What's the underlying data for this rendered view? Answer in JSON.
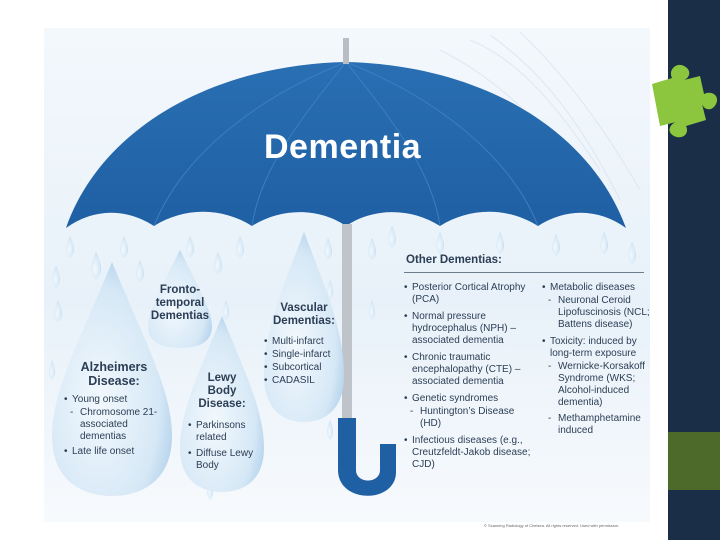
{
  "title": "Dementia",
  "credit": "© Scanning Radiology of Chelsea. All rights reserved. Used with permission.",
  "colors": {
    "umbrella": "#1f5fa3",
    "umbrella_dark": "#17487f",
    "drop": "#cfe3f3",
    "text": "#2c3e55",
    "sidebar": "#1b2e47",
    "sidebar_accent": "#4e6a2b",
    "puzzle": "#8cc63f"
  },
  "icons": {
    "puzzle": "puzzle-piece-icon"
  },
  "drops": {
    "frontotemporal": {
      "title": "Fronto-\ntemporal\nDementias"
    },
    "alzheimers": {
      "title": "Alzheimers\nDisease:",
      "items": [
        {
          "kind": "bullet",
          "text": "Young onset"
        },
        {
          "kind": "dash",
          "text": "Chromosome 21-associated dementias"
        },
        {
          "kind": "bullet",
          "text": "Late life onset"
        }
      ]
    },
    "lewy": {
      "title": "Lewy\nBody\nDisease:",
      "items": [
        {
          "kind": "bullet",
          "text": "Parkinsons related"
        },
        {
          "kind": "bullet",
          "text": "Diffuse Lewy Body"
        }
      ]
    },
    "vascular": {
      "title": "Vascular\nDementias:",
      "items": [
        {
          "kind": "bullet",
          "text": "Multi-infarct"
        },
        {
          "kind": "bullet",
          "text": "Single-infarct"
        },
        {
          "kind": "bullet",
          "text": "Subcortical"
        },
        {
          "kind": "bullet",
          "text": "CADASIL"
        }
      ]
    }
  },
  "other": {
    "title": "Other Dementias:",
    "left": [
      {
        "kind": "bullet",
        "text": "Posterior Cortical Atrophy (PCA)"
      },
      {
        "kind": "bullet",
        "text": "Normal pressure hydrocephalus (NPH) – associated dementia"
      },
      {
        "kind": "bullet",
        "text": "Chronic traumatic encephalopathy (CTE) – associated dementia"
      },
      {
        "kind": "bullet",
        "text": "Genetic syndromes"
      },
      {
        "kind": "dash",
        "text": "Huntington’s Disease (HD)"
      },
      {
        "kind": "bullet",
        "text": "Infectious diseases (e.g., Creutzfeldt-Jakob disease; CJD)"
      }
    ],
    "right": [
      {
        "kind": "bullet",
        "text": "Metabolic diseases"
      },
      {
        "kind": "dash",
        "text": "Neuronal Ceroid Lipofuscinosis (NCL; Battens disease)"
      },
      {
        "kind": "bullet",
        "text": "Toxicity: induced by long-term exposure"
      },
      {
        "kind": "dash",
        "text": "Wernicke-Korsakoff Syndrome (WKS; Alcohol-induced dementia)"
      },
      {
        "kind": "dash",
        "text": "Methamphetamine induced"
      }
    ]
  }
}
